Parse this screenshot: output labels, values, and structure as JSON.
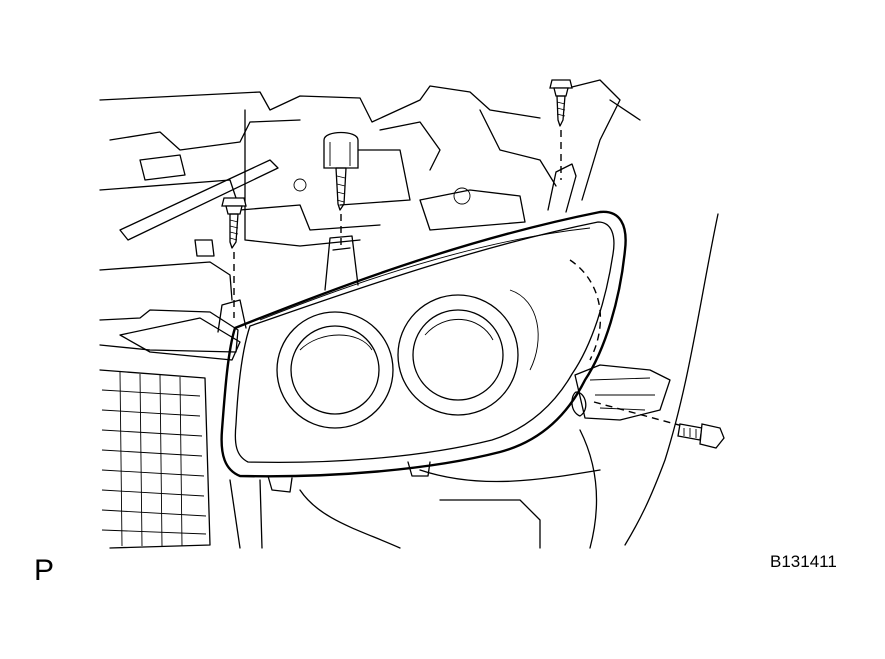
{
  "figure": {
    "view_letter": "P",
    "code": "B131411"
  },
  "colors": {
    "ink": "#000000",
    "paper": "#ffffff"
  },
  "parts": [
    {
      "name": "headlight-assembly"
    },
    {
      "name": "upper-left-screw"
    },
    {
      "name": "upper-center-clip"
    },
    {
      "name": "upper-right-screw"
    },
    {
      "name": "side-bolt"
    }
  ]
}
